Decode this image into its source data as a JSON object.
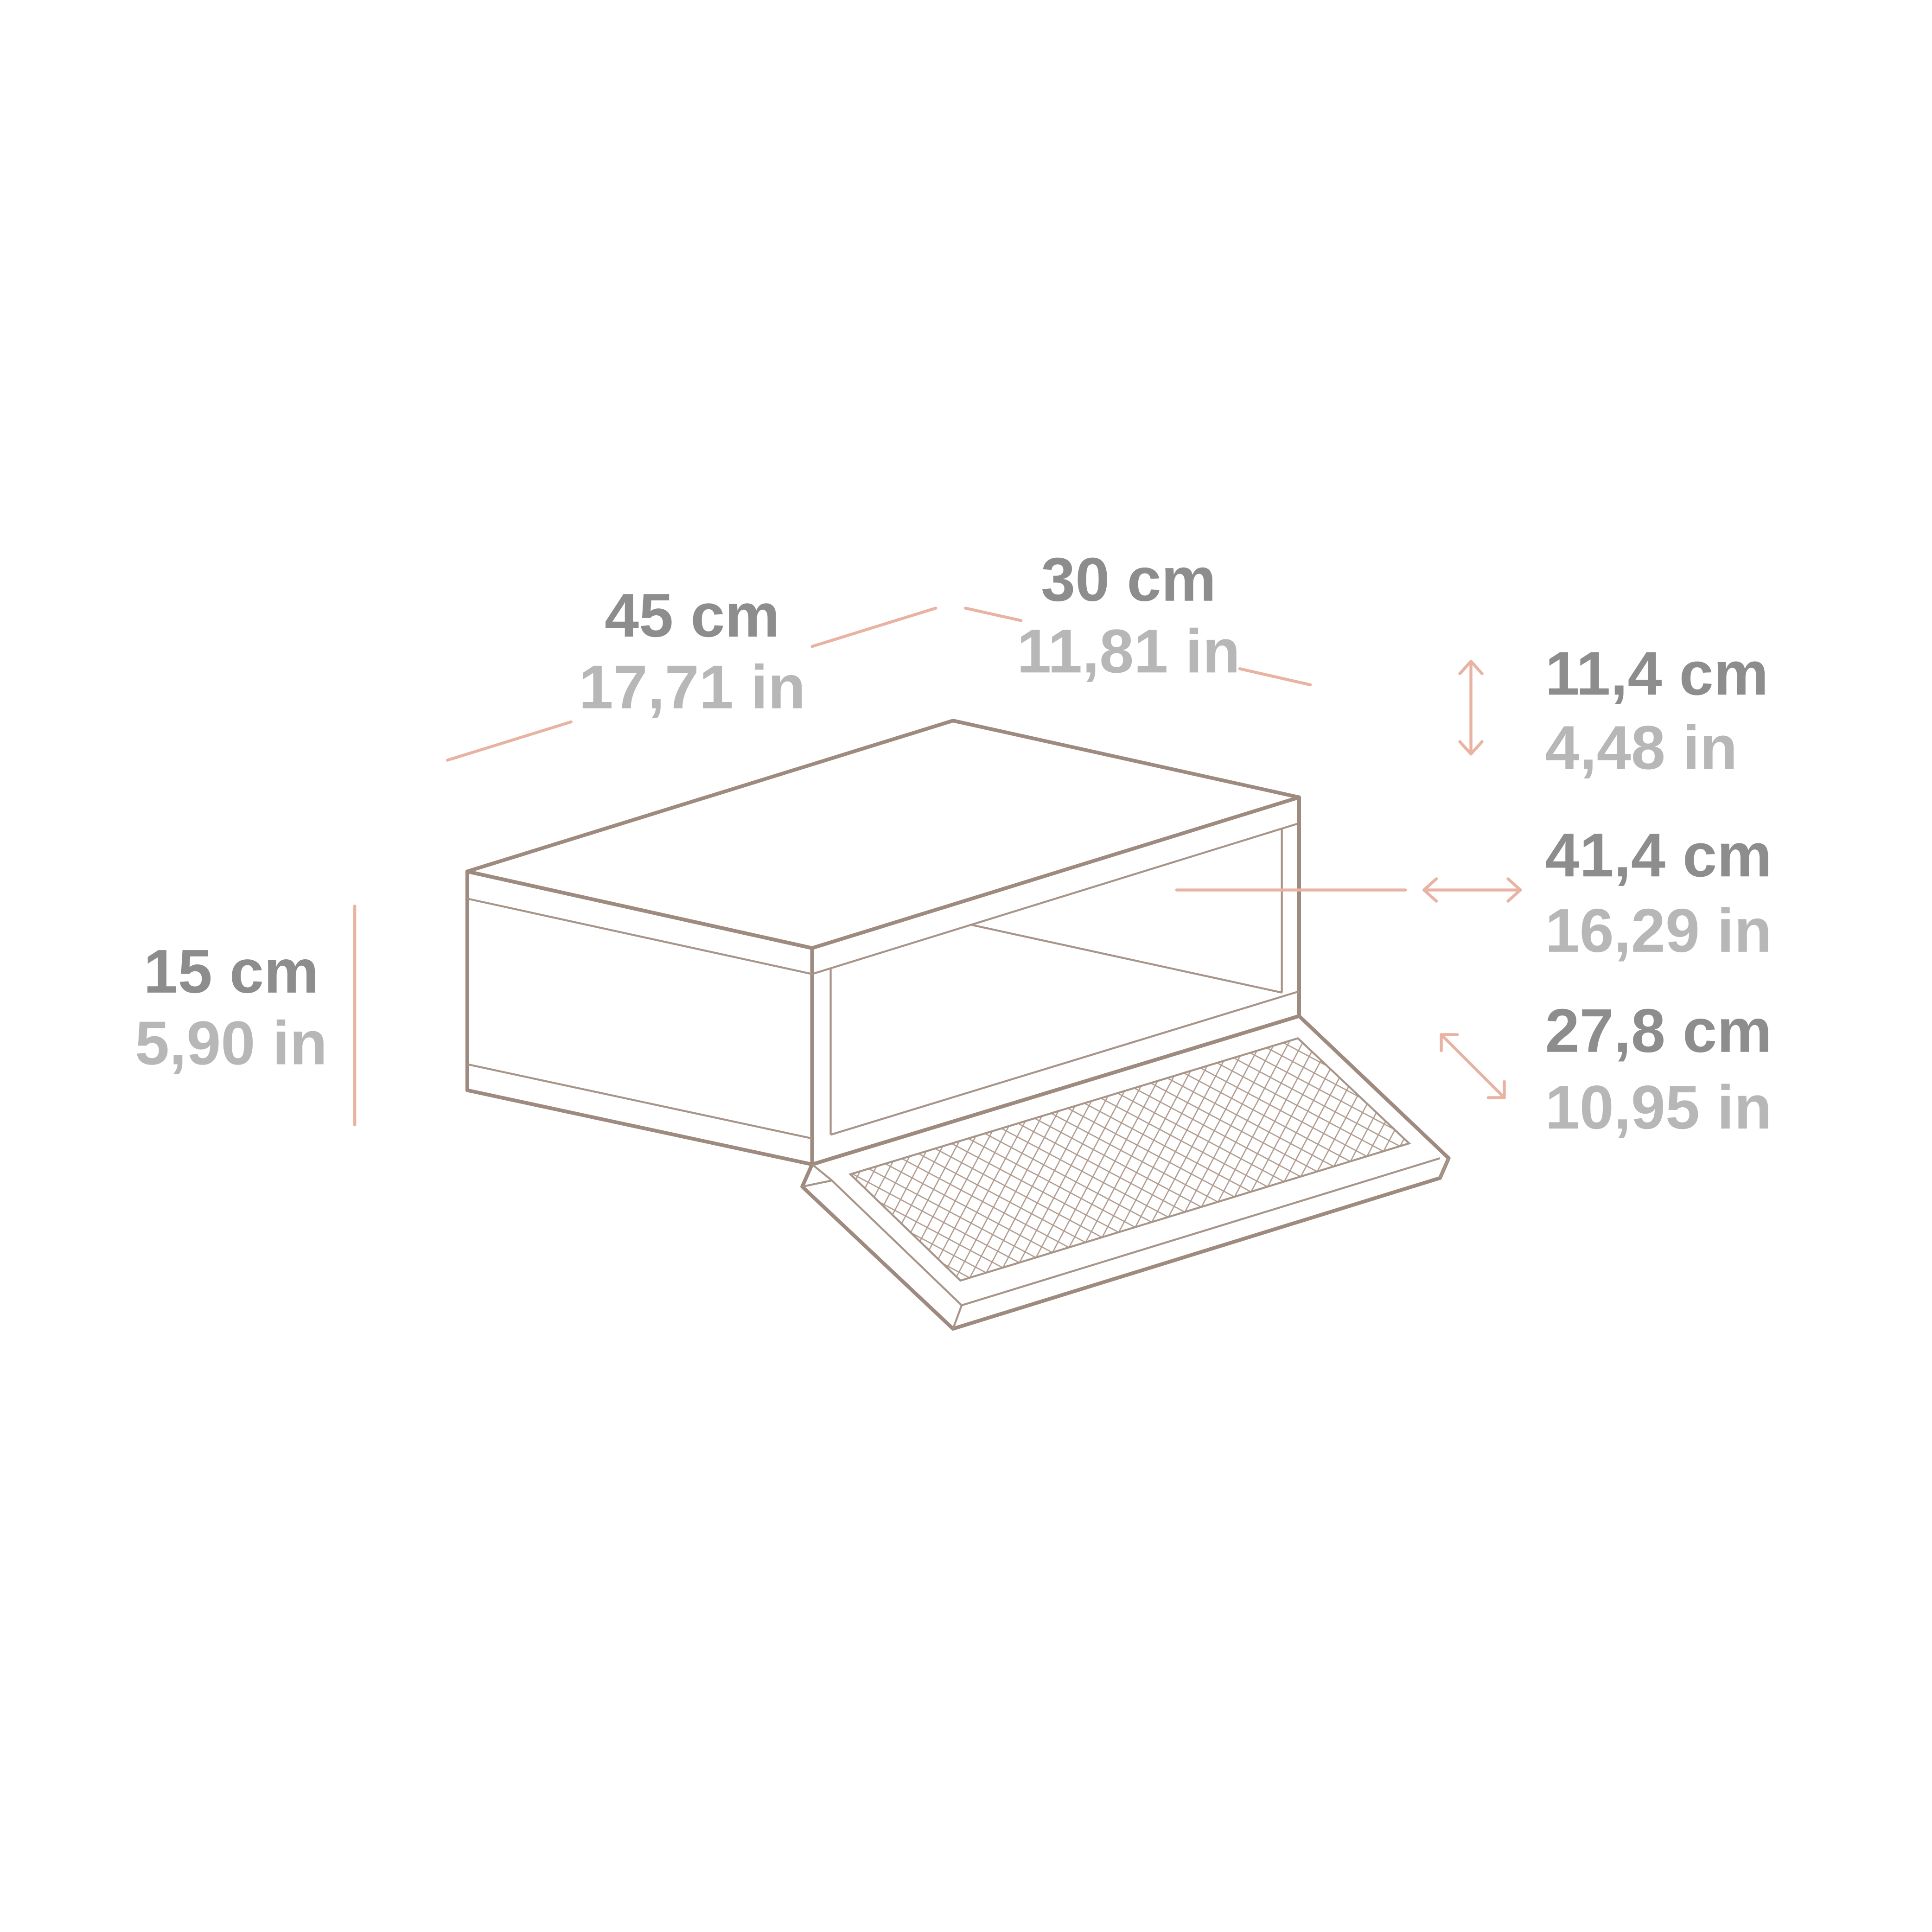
{
  "dimensions": {
    "length": {
      "cm": "45 cm",
      "in": "17,71 in"
    },
    "depth": {
      "cm": "30 cm",
      "in": "11,81 in"
    },
    "height": {
      "cm": "15 cm",
      "in": "5,90 in"
    },
    "opening_height": {
      "cm": "11,4 cm",
      "in": "4,48 in"
    },
    "opening_width": {
      "cm": "41,4 cm",
      "in": "16,29 in"
    },
    "ramp_length": {
      "cm": "27,8 cm",
      "in": "10,95 in"
    }
  },
  "colors": {
    "outline": "#9e8a7e",
    "dimension_line": "#e8b3a2",
    "cm_text": "#8d8d8d",
    "in_text": "#b7b7b7"
  }
}
